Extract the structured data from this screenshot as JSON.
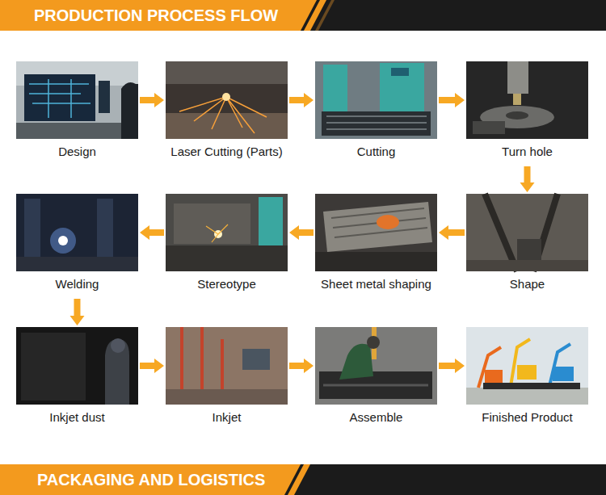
{
  "diagram": {
    "title": "PRODUCTION PROCESS FLOW",
    "nodes": [
      {
        "text": [
          "Design"
        ]
      },
      {
        "text": [
          "Laser Cutting (Parts)"
        ]
      },
      {
        "text": [
          "Cutting"
        ]
      },
      {
        "text": [
          "Turn hole"
        ]
      },
      {
        "text": [
          "Shape"
        ]
      },
      {
        "text": [
          "Sheet metal shaping"
        ]
      },
      {
        "text": [
          "Stereotype"
        ]
      },
      {
        "text": [
          "Welding"
        ]
      },
      {
        "text": [
          "Inkjet dust"
        ]
      },
      {
        "text": [
          "Inkjet"
        ]
      },
      {
        "text": [
          "Assemble"
        ]
      },
      {
        "text": [
          "Finished Product"
        ]
      }
    ],
    "edges": [
      {
        "from": 0,
        "to": 1,
        "arrow": "to"
      },
      {
        "from": 1,
        "to": 2,
        "arrow": "to"
      },
      {
        "from": 2,
        "to": 3,
        "arrow": "to"
      },
      {
        "from": 3,
        "to": 4,
        "arrow": "to"
      },
      {
        "from": 4,
        "to": 5,
        "arrow": "to"
      },
      {
        "from": 5,
        "to": 6,
        "arrow": "to"
      },
      {
        "from": 6,
        "to": 7,
        "arrow": "to"
      },
      {
        "from": 7,
        "to": 8,
        "arrow": "to"
      },
      {
        "from": 8,
        "to": 9,
        "arrow": "to"
      },
      {
        "from": 9,
        "to": 10,
        "arrow": "to"
      },
      {
        "from": 10,
        "to": 11,
        "arrow": "to"
      }
    ],
    "labels": [
      "PACKAGING AND LOGISTICS"
    ]
  }
}
